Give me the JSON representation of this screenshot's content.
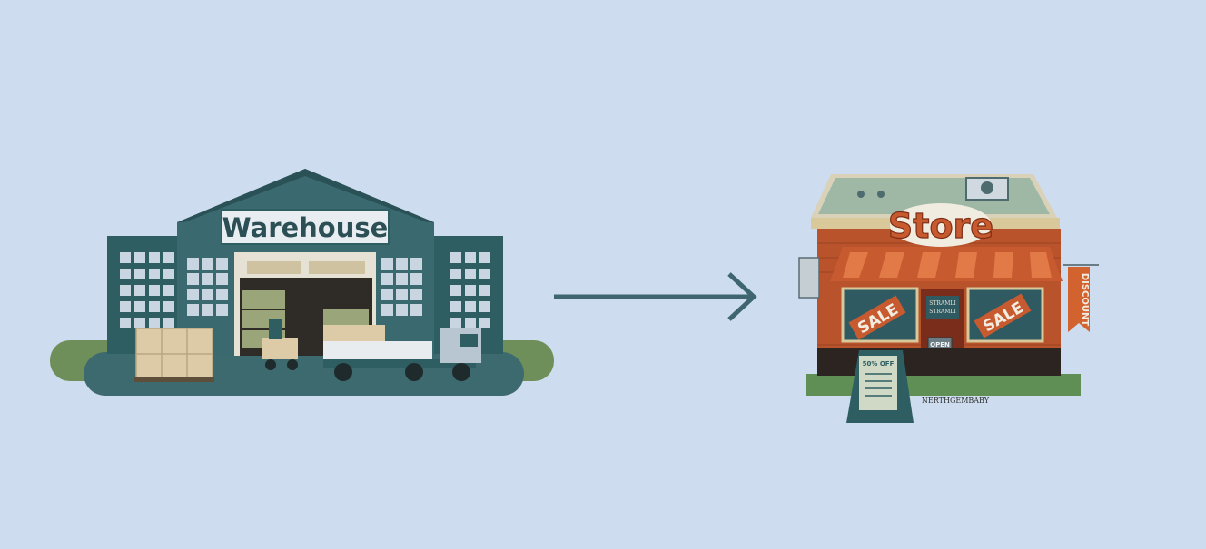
{
  "warehouse": {
    "sign_text": "Warehouse"
  },
  "store": {
    "sign_text": "Store",
    "sale_left": "SALE",
    "sale_right": "SALE",
    "discount_banner": "DISCOUNT",
    "door_sign": "OPEN",
    "board_text": "50% OFF",
    "door_notice_line1": "STRAMLI",
    "door_notice_line2": "STRAMLI",
    "credit_text": "NERTHGEMBABY"
  },
  "arrow": {
    "icon": "right-arrow-icon"
  },
  "colors": {
    "background": "#cddcee",
    "warehouse_teal": "#2e5d62",
    "warehouse_body": "#3a6a70",
    "ground": "#5f8f55",
    "box": "#d9c9a4",
    "store_brick": "#b8532c",
    "store_sign": "#c85a30",
    "arrow": "#3f6670"
  }
}
